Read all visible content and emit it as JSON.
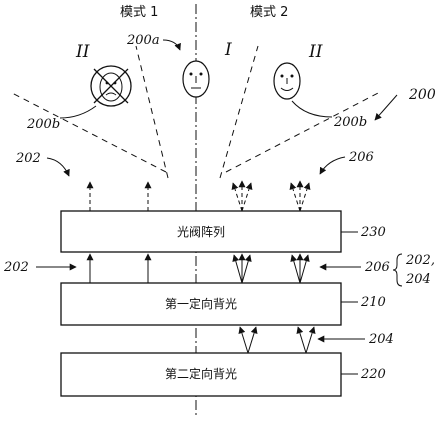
{
  "modes": {
    "mode1": "模式 1",
    "mode2": "模式 2"
  },
  "zones": {
    "left_ii": "II",
    "center_i": "I",
    "right_ii": "II"
  },
  "refs": {
    "r200": "200",
    "r200a": "200a",
    "r200b_left": "200b",
    "r200b_right": "200b",
    "r202_top": "202",
    "r206_top": "206",
    "r202_mid": "202",
    "r206_mid": "206",
    "r202_brace": "202,",
    "r204_brace": "204",
    "r230": "230",
    "r210": "210",
    "r204": "204",
    "r220": "220"
  },
  "blocks": {
    "light_valve": "光阀阵列",
    "first_backlight": "第一定向背光",
    "second_backlight": "第二定向背光"
  },
  "colors": {
    "stroke": "#111111",
    "face_fill": "#ffffff"
  }
}
